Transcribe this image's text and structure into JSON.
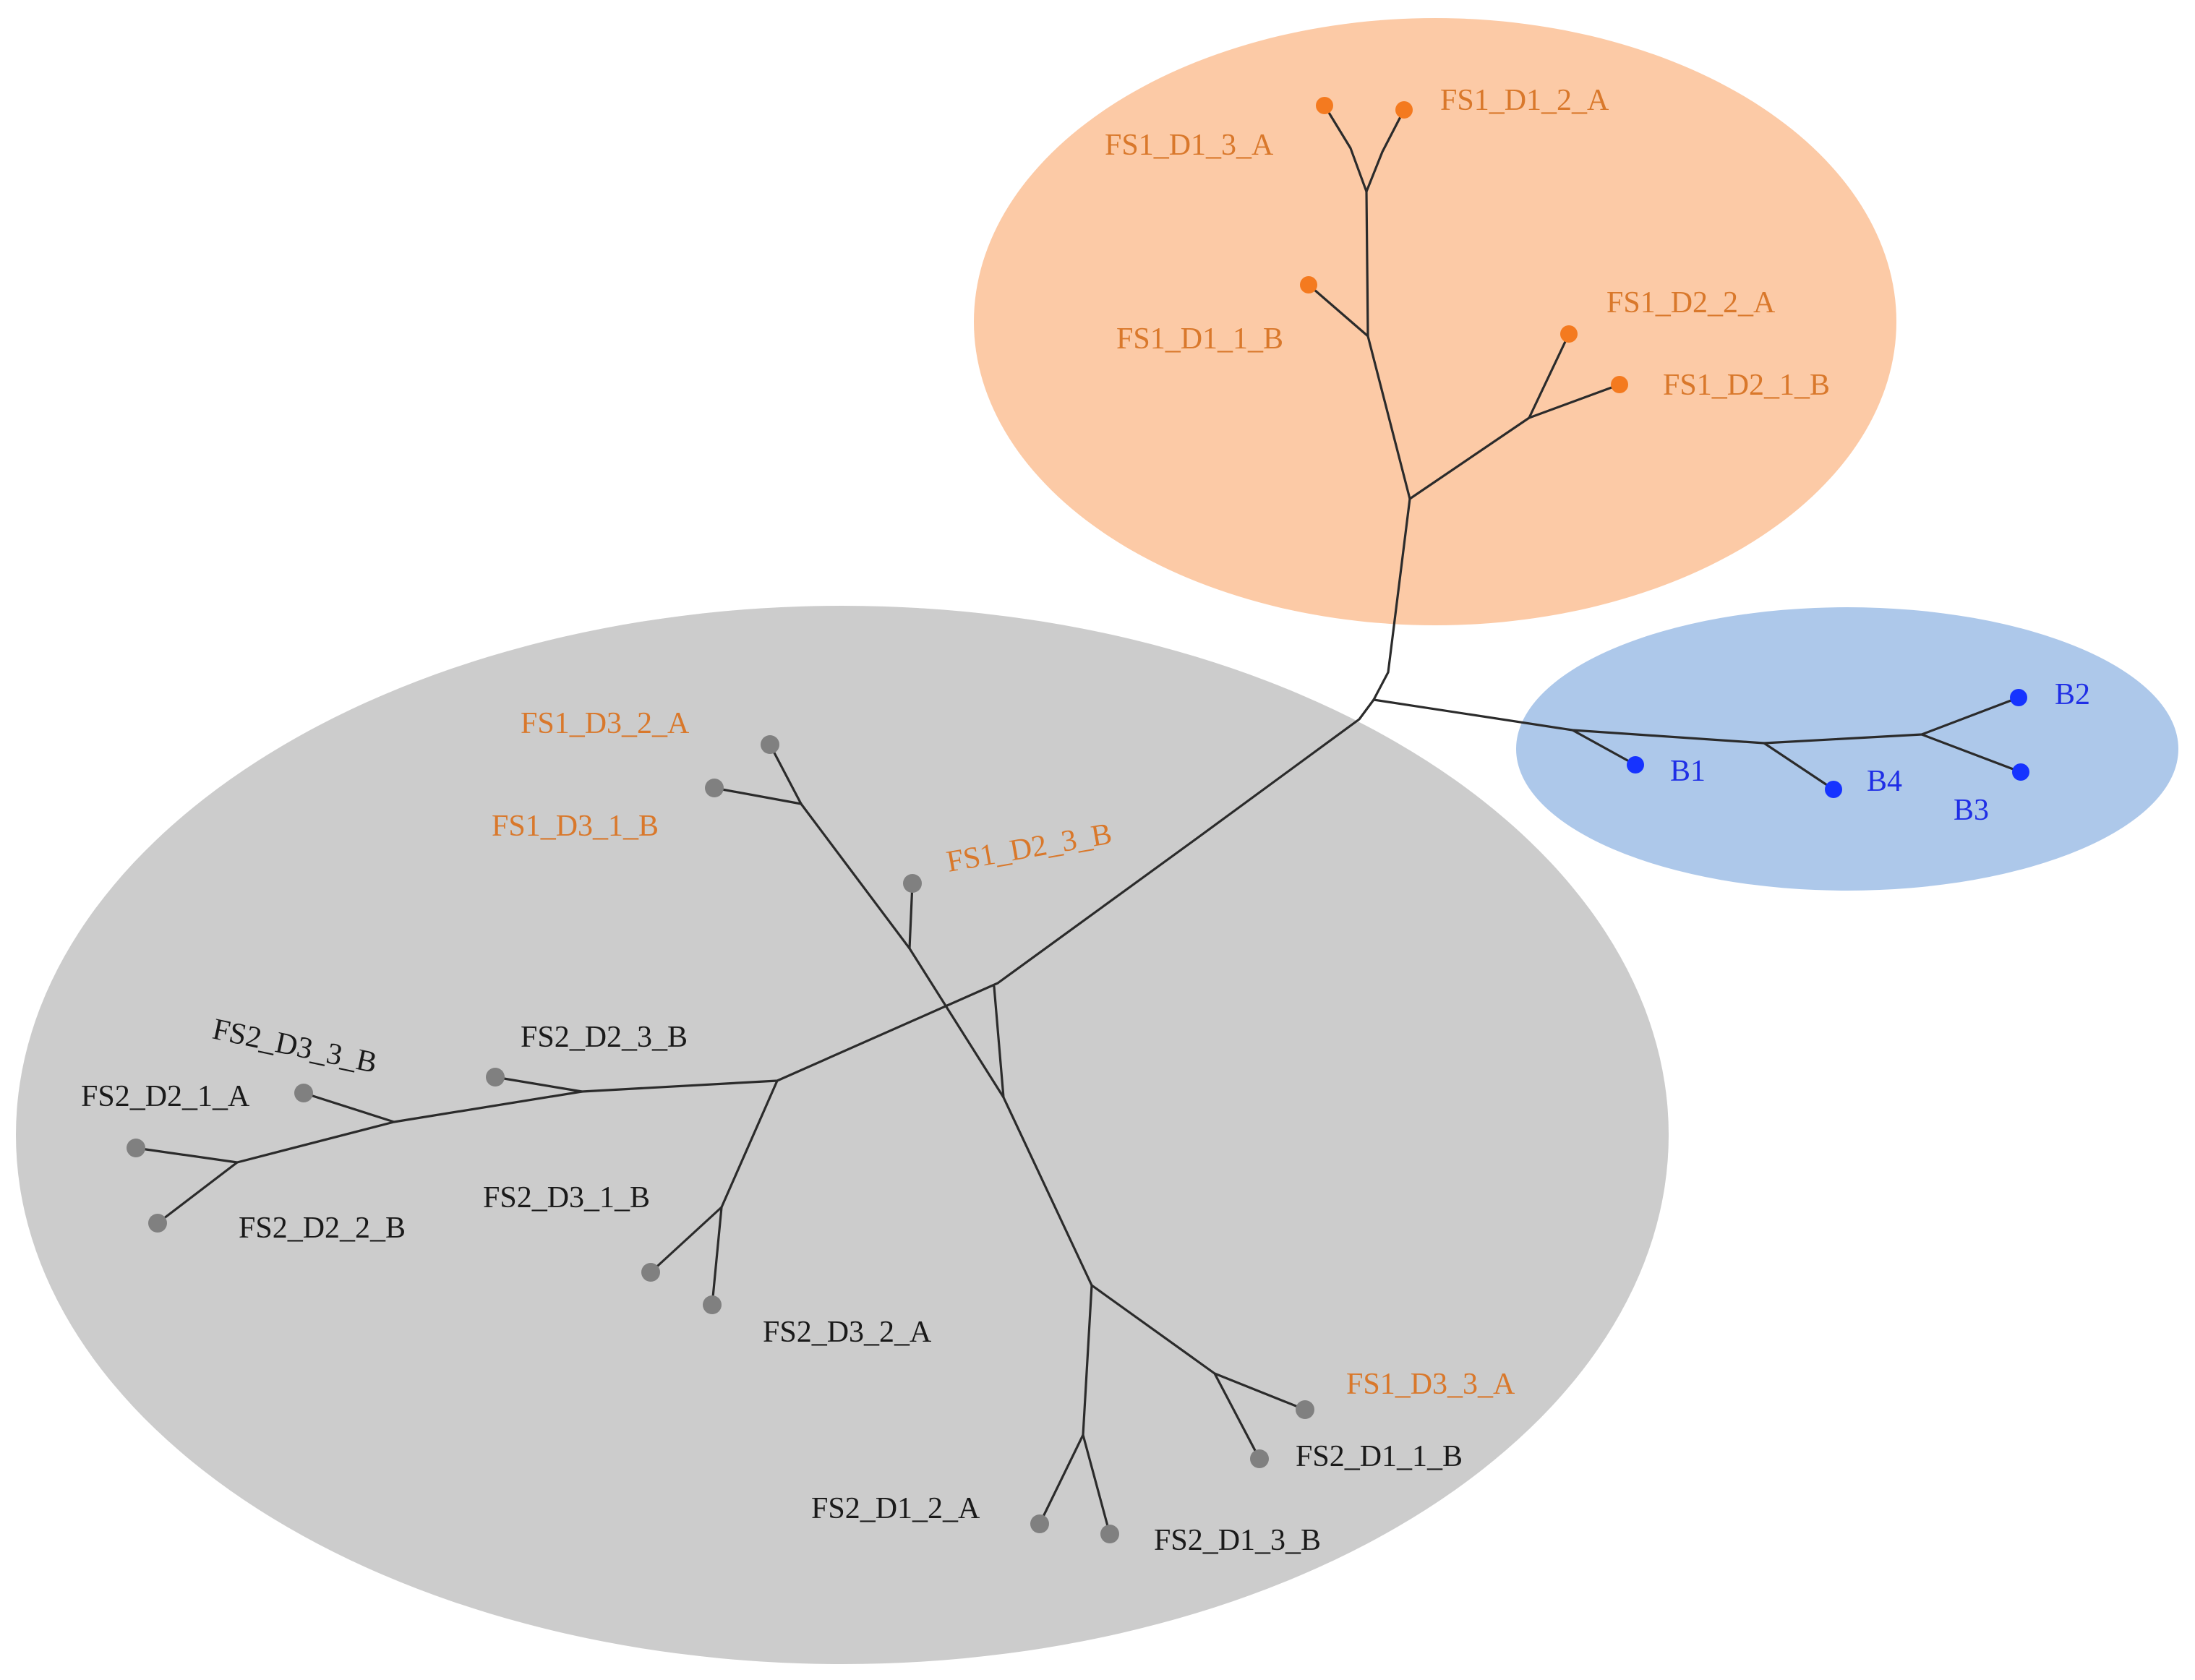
{
  "groups": [
    {
      "id": "orange-cluster",
      "fill": "#fccaa6"
    },
    {
      "id": "blue-cluster",
      "fill": "#adc8ea"
    },
    {
      "id": "gray-cluster",
      "fill": "#cccccc"
    }
  ],
  "colors": {
    "orange_text": "#d9782b",
    "orange_tip": "#f47a1f",
    "blue_text": "#1f2ee6",
    "blue_tip": "#1633ff",
    "gray_text": "#1a1a1a",
    "gray_tip": "#808080",
    "branch": "#2b2b2b"
  },
  "tips": {
    "fs1_d1_3_a": "FS1_D1_3_A",
    "fs1_d1_2_a": "FS1_D1_2_A",
    "fs1_d1_1_b": "FS1_D1_1_B",
    "fs1_d2_2_a": "FS1_D2_2_A",
    "fs1_d2_1_b": "FS1_D2_1_B",
    "b1": "B1",
    "b2": "B2",
    "b3": "B3",
    "b4": "B4",
    "fs1_d3_2_a": "FS1_D3_2_A",
    "fs1_d3_1_b": "FS1_D3_1_B",
    "fs1_d2_3_b": "FS1_D2_3_B",
    "fs2_d3_3_b": "FS2_D3_3_B",
    "fs2_d2_3_b": "FS2_D2_3_B",
    "fs2_d2_1_a": "FS2_D2_1_A",
    "fs2_d2_2_b": "FS2_D2_2_B",
    "fs2_d3_1_b": "FS2_D3_1_B",
    "fs2_d3_2_a": "FS2_D3_2_A",
    "fs1_d3_3_a": "FS1_D3_3_A",
    "fs2_d1_1_b": "FS2_D1_1_B",
    "fs2_d1_2_a": "FS2_D1_2_A",
    "fs2_d1_3_b": "FS2_D1_3_B"
  }
}
